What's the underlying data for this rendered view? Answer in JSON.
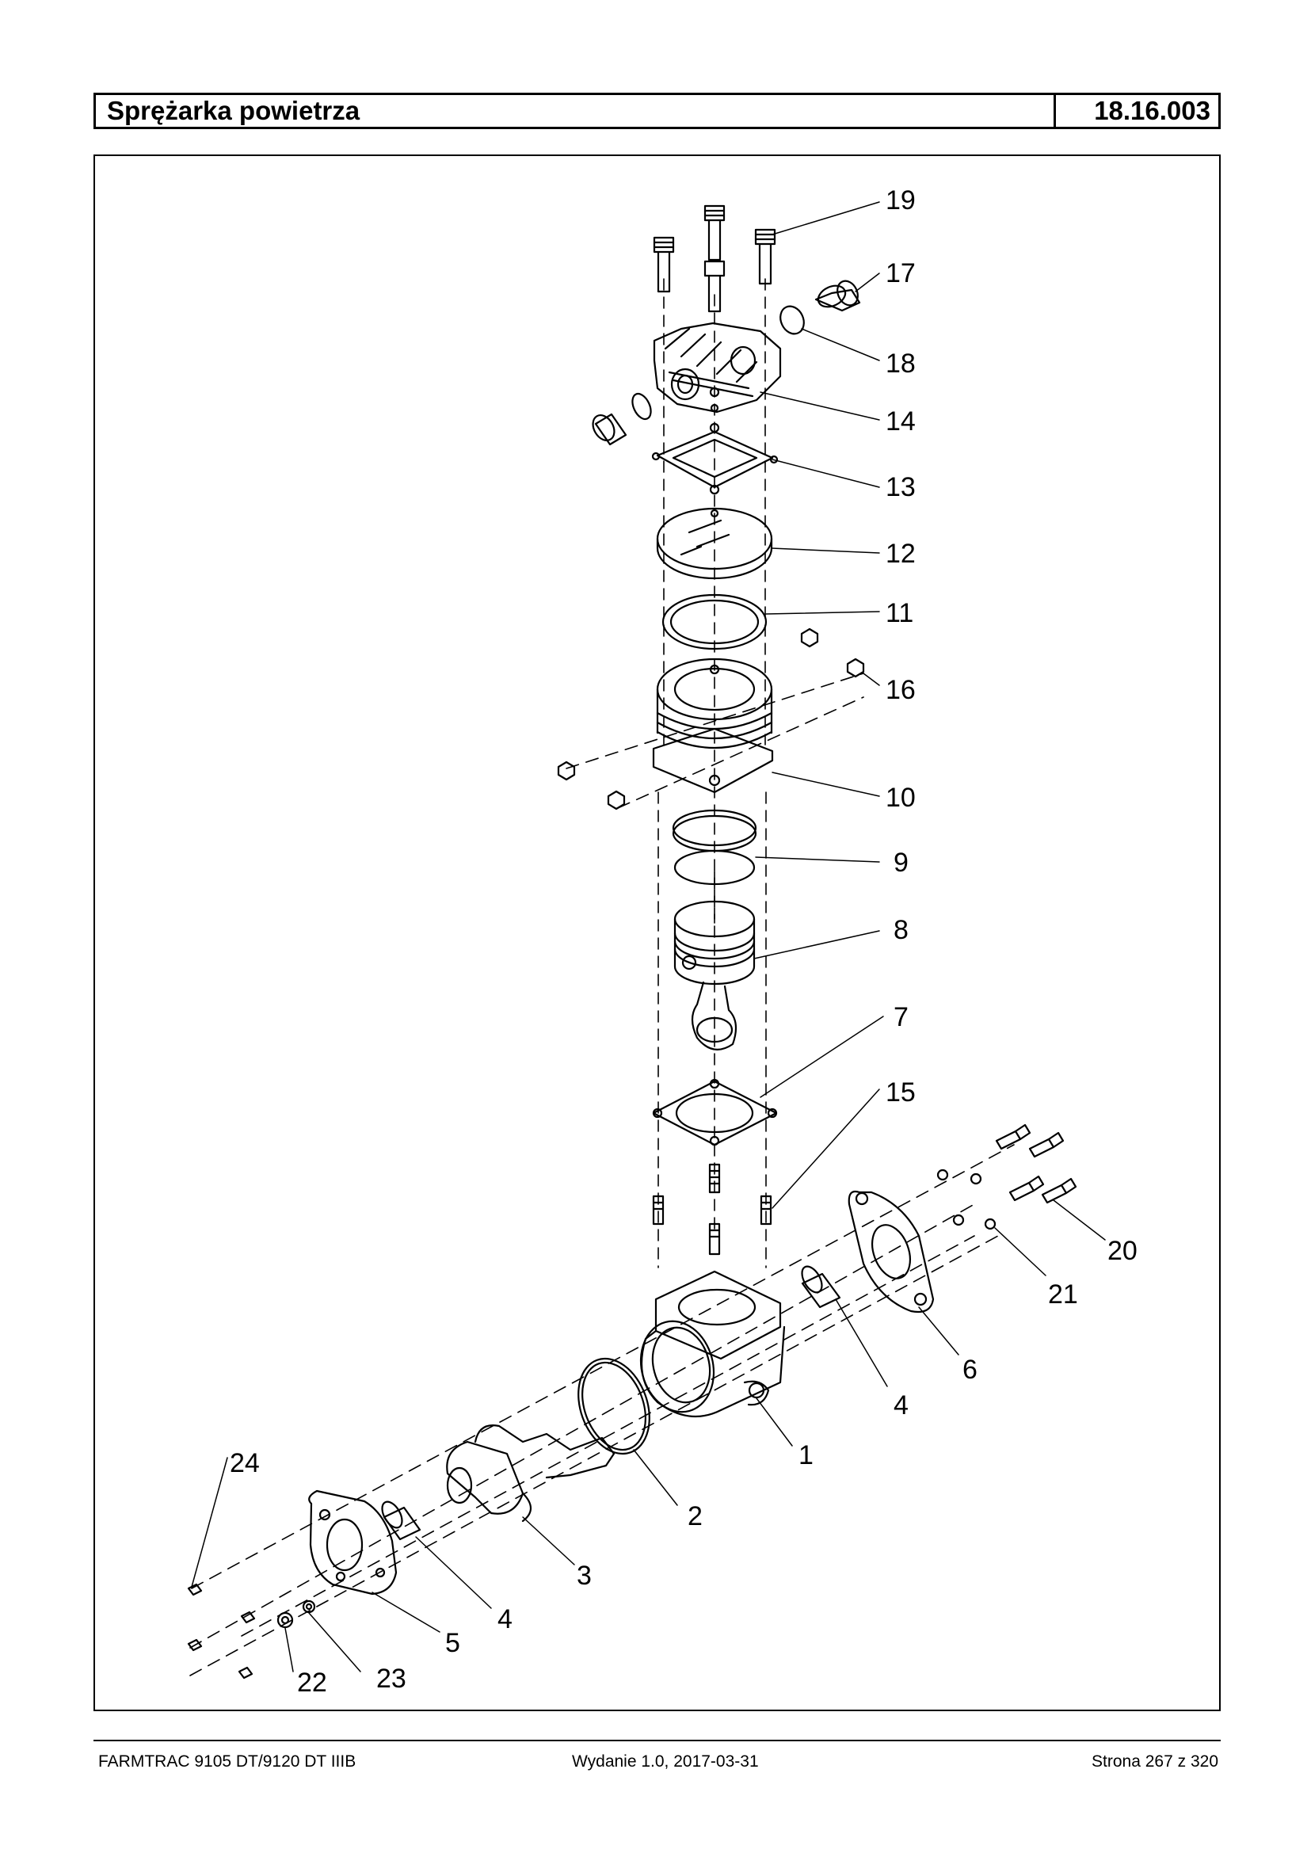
{
  "header": {
    "title": "Sprężarka powietrza",
    "code": "18.16.003"
  },
  "callouts": [
    "19",
    "17",
    "18",
    "14",
    "13",
    "12",
    "11",
    "16",
    "10",
    "9",
    "8",
    "7",
    "15",
    "20",
    "21",
    "6",
    "4",
    "1",
    "2",
    "3",
    "4",
    "5",
    "24",
    "22",
    "23"
  ],
  "footer": {
    "model": "FARMTRAC 9105 DT/9120 DT IIIB",
    "edition": "Wydanie 1.0,  2017-03-31",
    "page": "Strona 267 z 320"
  }
}
